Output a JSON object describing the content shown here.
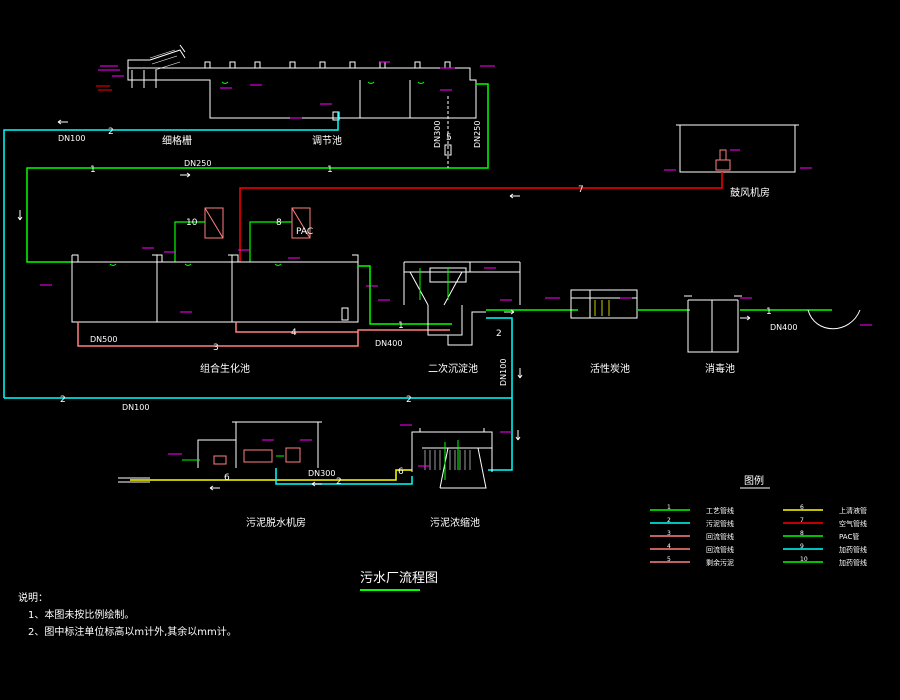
{
  "title": "污水厂流程图",
  "colors": {
    "process": "#00ff00",
    "return": "#00ffff",
    "sludge": "#ff8080",
    "air": "#ff0000",
    "white": "#ffffff",
    "magenta": "#ff00ff",
    "yellow": "#ffff00"
  },
  "units": {
    "grid": "细格栅",
    "equalization": "调节池",
    "blower": "鼓风机房",
    "bio": "组合生化池",
    "clarifier": "二次沉淀池",
    "filter": "活性炭池",
    "disinfect": "消毒池",
    "dewater": "污泥脱水机房",
    "thickener": "污泥浓缩池"
  },
  "pipes": {
    "dn100_top": "DN100",
    "dn250_h": "DN250",
    "dn300": "DN300",
    "dn250_v": "DN250",
    "dn500": "DN500",
    "dn400_clar": "DN400",
    "dn400_out": "DN400",
    "dn100_v": "DN100",
    "dn100_bottom": "DN100",
    "dn300_sludge": "DN300"
  },
  "line_numbers": {
    "n1": "1",
    "n2": "2",
    "n3": "3",
    "n4": "4",
    "n5": "5",
    "n6": "6",
    "n7": "7",
    "n8": "8",
    "n10": "10"
  },
  "pac_label": "PAC",
  "legend": {
    "title": "图例",
    "left": [
      {
        "num": "1",
        "label": "工艺管线",
        "color": "#00ff00"
      },
      {
        "num": "2",
        "label": "污泥管线",
        "color": "#00ffff"
      },
      {
        "num": "3",
        "label": "回流管线",
        "color": "#ff8080"
      },
      {
        "num": "4",
        "label": "回流管线",
        "color": "#ff8080"
      },
      {
        "num": "5",
        "label": "剩余污泥",
        "color": "#ff8080"
      }
    ],
    "right": [
      {
        "num": "6",
        "label": "上清液管",
        "color": "#ffff00"
      },
      {
        "num": "7",
        "label": "空气管线",
        "color": "#ff0000"
      },
      {
        "num": "8",
        "label": "PAC管",
        "color": "#00ff00"
      },
      {
        "num": "9",
        "label": "加药管线",
        "color": "#00ffff"
      },
      {
        "num": "10",
        "label": "加药管线",
        "color": "#00ff00"
      }
    ]
  },
  "notes": {
    "header": "说明：",
    "line1": "1、本图未按比例绘制。",
    "line2": "2、图中标注单位标高以m计外,其余以mm计。"
  }
}
